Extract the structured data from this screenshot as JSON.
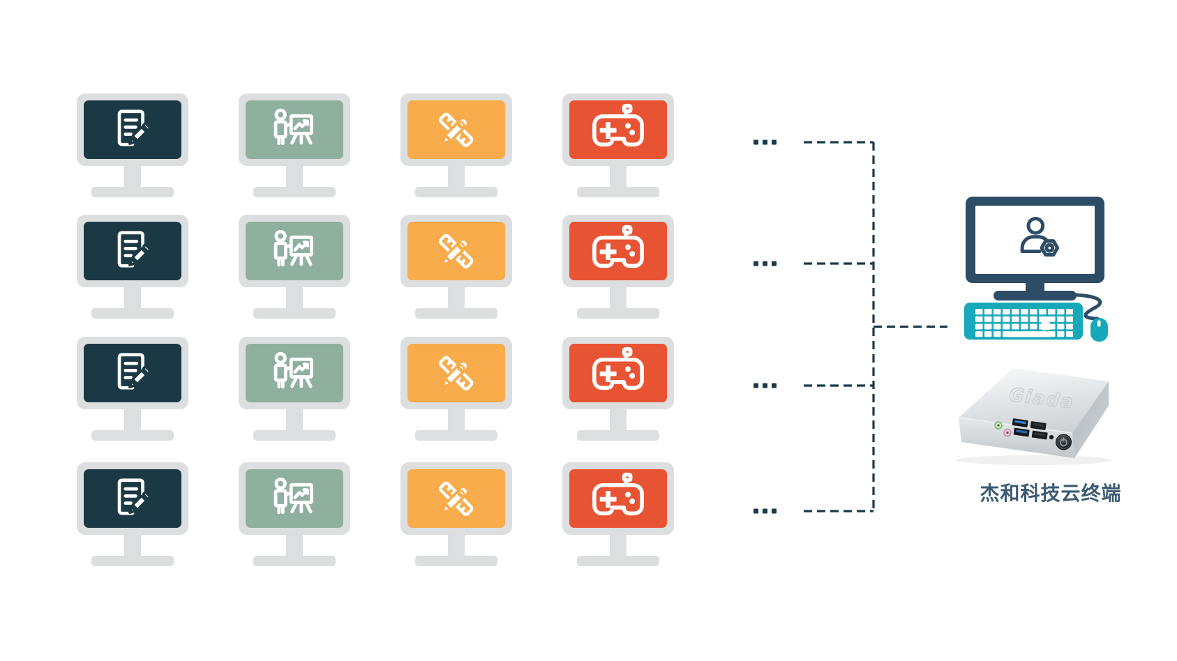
{
  "grid": {
    "rows": 4,
    "ellipsis_dots_per_row": 3,
    "columns": [
      {
        "name": "office",
        "icon": "document-edit-icon",
        "screen_color": "#1B3945"
      },
      {
        "name": "presentation",
        "icon": "presentation-chart-icon",
        "screen_color": "#8FB09E"
      },
      {
        "name": "design",
        "icon": "ruler-pencil-icon",
        "screen_color": "#F8AC4C"
      },
      {
        "name": "gaming",
        "icon": "gamepad-icon",
        "screen_color": "#E85433"
      }
    ]
  },
  "server": {
    "label": "杰和科技云终端",
    "logo": "Giada",
    "computer_icon": "user-gear-icon",
    "device_icons": [
      "audio-jack-icon",
      "mic-jack-icon",
      "usb-ports",
      "power-button-icon"
    ]
  },
  "colors": {
    "background": "#FFFFFF",
    "monitor_bezel": "#DCDEE0",
    "connector_line": "#1B3A4A",
    "computer_navy": "#2D4D66",
    "peripheral_teal": "#17A9B9",
    "label_text": "#3C5A73",
    "device_silver": "#D5D9DC"
  }
}
